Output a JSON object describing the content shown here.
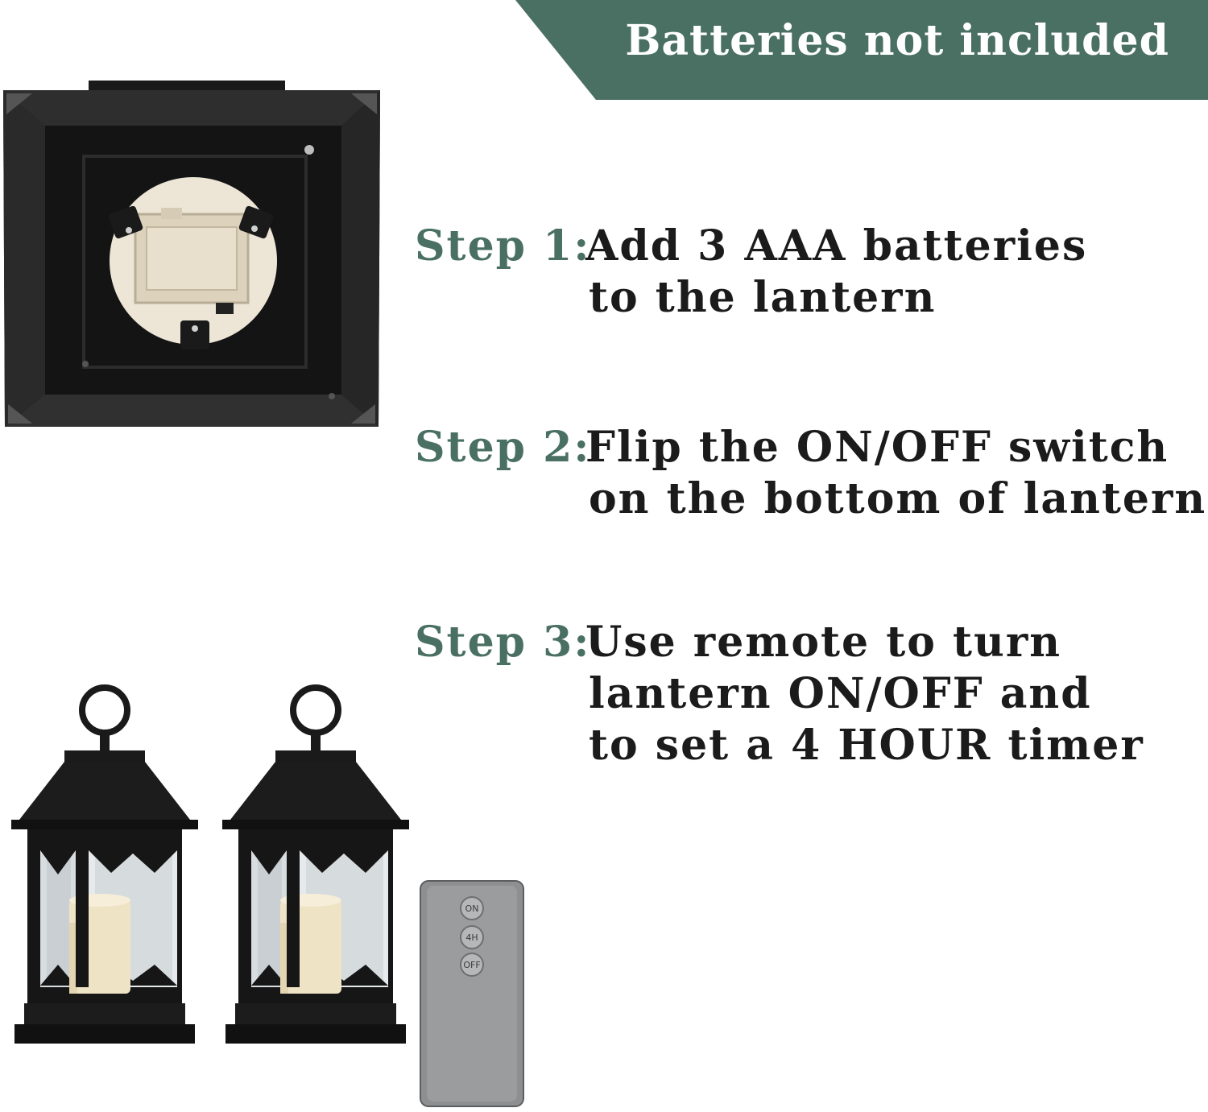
{
  "banner": {
    "text": "Batteries not included",
    "color": "#4a7063"
  },
  "steps": [
    {
      "label": "Step 1:",
      "lines": [
        "Add 3 AAA batteries",
        "to the lantern"
      ]
    },
    {
      "label": "Step 2:",
      "lines": [
        "Flip the ON/OFF switch",
        "on the bottom of lantern"
      ]
    },
    {
      "label": "Step 3:",
      "lines": [
        "Use remote to turn",
        "lantern ON/OFF and",
        "to set a 4 HOUR timer"
      ]
    }
  ],
  "remote": {
    "buttons": [
      "ON",
      "4H",
      "OFF"
    ]
  },
  "colors": {
    "accent": "#4a7063",
    "text": "#1b1b1b"
  }
}
